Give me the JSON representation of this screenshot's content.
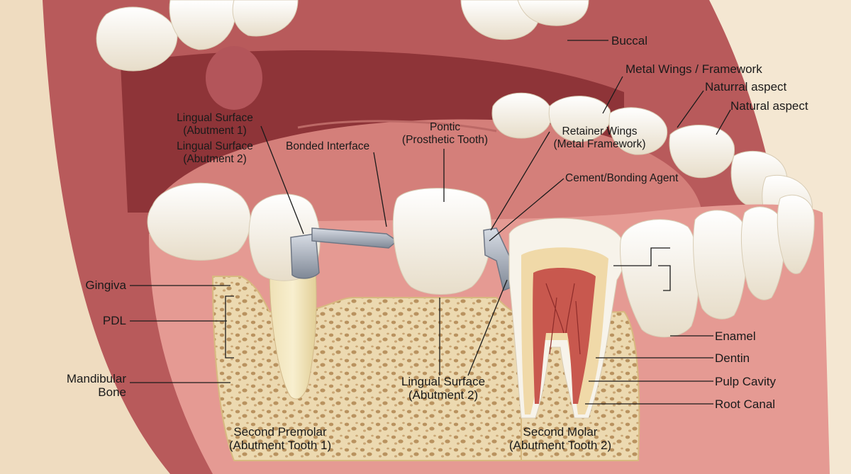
{
  "labels": {
    "buccal": "Buccal",
    "metal_wings": "Metal Wings / Framework",
    "naturral_aspect": "Naturral aspect",
    "natural_aspect": "Natural aspect",
    "lingual_surface_1_l1": "Lingual Surface",
    "lingual_surface_1_l2": "(Abutment 1)",
    "lingual_surface_2_l1": "Lingual Surface",
    "lingual_surface_2_l2": "(Abutment 2)",
    "bonded_interface": "Bonded Interface",
    "pontic_l1": "Pontic",
    "pontic_l2": "(Prosthetic Tooth)",
    "retainer_wings_l1": "Retainer Wings",
    "retainer_wings_l2": "(Metal Framework)",
    "cement": "Cement/Bonding Agent",
    "gingiva": "Gingiva",
    "pdl": "PDL",
    "mandibular_l1": "Mandibular",
    "mandibular_l2": "Bone",
    "lingual_bottom_l1": "Lingual Surface",
    "lingual_bottom_l2": "(Abutment 2)",
    "second_premolar_l1": "Second Premolar",
    "second_premolar_l2": "(Abutment Tooth 1)",
    "second_molar_l1": "Second Molar",
    "second_molar_l2": "(Abutment Tooth 2)",
    "enamel": "Enamel",
    "dentin": "Dentin",
    "pulp_cavity": "Pulp Cavity",
    "root_canal": "Root Canal"
  },
  "colors": {
    "background": "#f4e7d2",
    "mouth_interior": "#a8474a",
    "gum": "#e59a93",
    "tongue": "#d47f7a",
    "bone": "#ecd9b0",
    "tooth": "#f7f3ea",
    "metal": "#9ea7b5",
    "pulp": "#c8584e",
    "leader": "#1a1a1a"
  }
}
